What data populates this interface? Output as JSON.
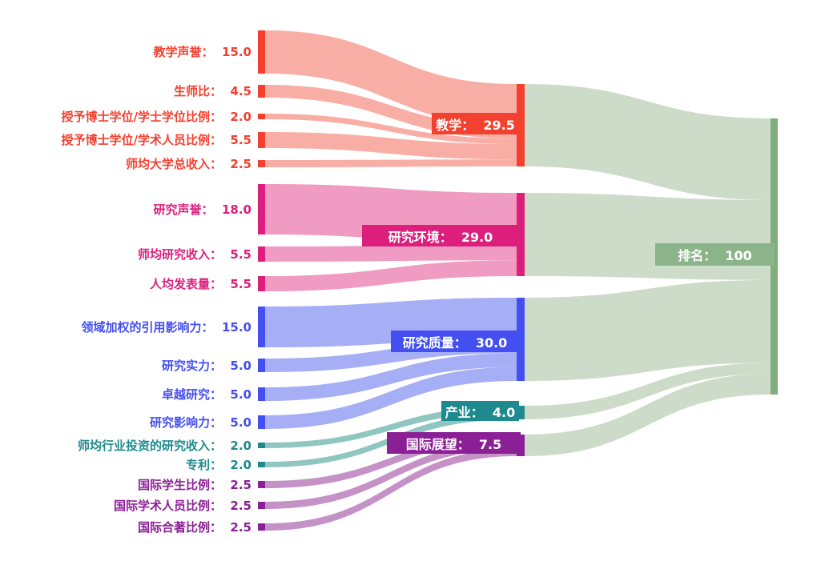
{
  "background": "#ffffff",
  "separator": "：  ",
  "chart_data": {
    "type": "sankey",
    "title": "",
    "unit_total": 100,
    "target": {
      "id": "rank",
      "label": "排名",
      "value": "100",
      "color": "#7FAE7C",
      "flow_color": "#CDDCC8",
      "box_color": "#8CB48A"
    },
    "groups": [
      {
        "id": "teaching",
        "label": "教学",
        "value": "29.5",
        "color": "#F4402F",
        "flow_color": "#F9AEA5",
        "sources": [
          {
            "id": "teach_rep",
            "label": "教学声誉",
            "value": "15.0"
          },
          {
            "id": "ssr",
            "label": "生师比",
            "value": "4.5"
          },
          {
            "id": "doc_bach",
            "label": "授予博士学位/学士学位比例",
            "value": "2.0"
          },
          {
            "id": "doc_staff",
            "label": "授予博士学位/学术人员比例",
            "value": "5.5"
          },
          {
            "id": "inst_income",
            "label": "师均大学总收入",
            "value": "2.5"
          }
        ]
      },
      {
        "id": "res_env",
        "label": "研究环境",
        "value": "29.0",
        "color": "#DC1F7D",
        "flow_color": "#F09BC1",
        "sources": [
          {
            "id": "res_rep",
            "label": "研究声誉",
            "value": "18.0"
          },
          {
            "id": "res_income",
            "label": "师均研究收入",
            "value": "5.5"
          },
          {
            "id": "productivity",
            "label": "人均发表量",
            "value": "5.5"
          }
        ]
      },
      {
        "id": "res_quality",
        "label": "研究质量",
        "value": "30.0",
        "color": "#444FF2",
        "flow_color": "#A6AFF5",
        "sources": [
          {
            "id": "fwci",
            "label": "领域加权的引用影响力",
            "value": "15.0"
          },
          {
            "id": "res_strength",
            "label": "研究实力",
            "value": "5.0"
          },
          {
            "id": "res_excellence",
            "label": "卓越研究",
            "value": "5.0"
          },
          {
            "id": "res_influence",
            "label": "研究影响力",
            "value": "5.0"
          }
        ]
      },
      {
        "id": "industry",
        "label": "产业",
        "value": "4.0",
        "color": "#1F8A8D",
        "flow_color": "#8FC6C1",
        "sources": [
          {
            "id": "industry_income",
            "label": "师均行业投资的研究收入",
            "value": "2.0"
          },
          {
            "id": "patents",
            "label": "专利",
            "value": "2.0"
          }
        ]
      },
      {
        "id": "intl",
        "label": "国际展望",
        "value": "7.5",
        "color": "#8B1F96",
        "flow_color": "#C492C6",
        "sources": [
          {
            "id": "intl_students",
            "label": "国际学生比例",
            "value": "2.5"
          },
          {
            "id": "intl_staff",
            "label": "国际学术人员比例",
            "value": "2.5"
          },
          {
            "id": "intl_cowork",
            "label": "国际合著比例",
            "value": "2.5"
          }
        ]
      }
    ]
  }
}
